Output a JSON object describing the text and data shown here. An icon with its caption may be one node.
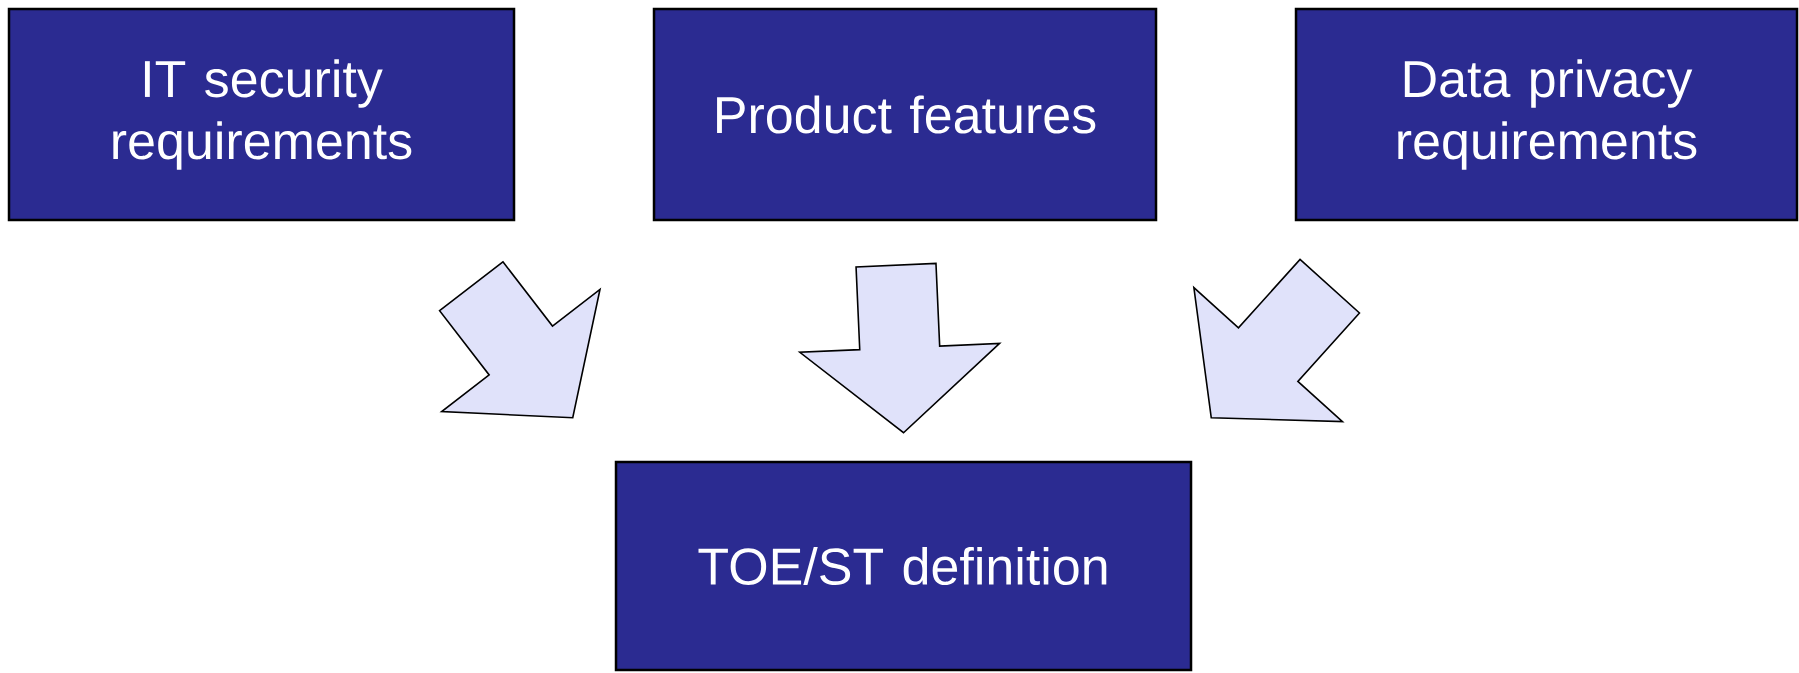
{
  "diagram": {
    "nodes": [
      {
        "text": [
          "IT security requirements"
        ]
      },
      {
        "text": [
          "Product features"
        ]
      },
      {
        "text": [
          "Data privacy requirements"
        ]
      },
      {
        "text": [
          "TOE/ST definition"
        ]
      }
    ],
    "edges": [
      {
        "from": 0,
        "to": 3,
        "arrow": "to"
      },
      {
        "from": 1,
        "to": 3,
        "arrow": "to"
      },
      {
        "from": 2,
        "to": 3,
        "arrow": "to"
      }
    ]
  }
}
